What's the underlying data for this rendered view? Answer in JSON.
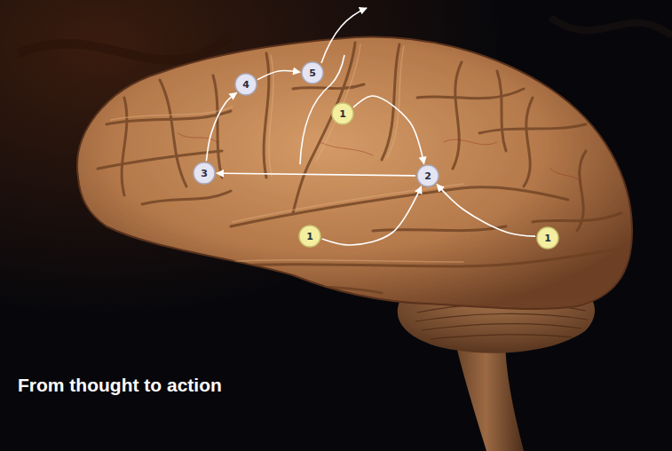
{
  "diagram": {
    "title": "From thought to action",
    "nodes": [
      {
        "text": [
          "4"
        ]
      },
      {
        "text": [
          "5"
        ]
      },
      {
        "text": [
          "1"
        ]
      },
      {
        "text": [
          "3"
        ]
      },
      {
        "text": [
          "2"
        ]
      },
      {
        "text": [
          "1"
        ]
      },
      {
        "text": [
          "1"
        ]
      }
    ],
    "edges": [
      {
        "from": 2,
        "to": 4,
        "arrow": "to"
      },
      {
        "from": 5,
        "to": 4,
        "arrow": "to"
      },
      {
        "from": 6,
        "to": 4,
        "arrow": "to"
      },
      {
        "from": 4,
        "to": 3,
        "arrow": "to"
      },
      {
        "from": 3,
        "to": 0,
        "arrow": "to"
      },
      {
        "from": 0,
        "to": 1,
        "arrow": "to"
      }
    ]
  }
}
